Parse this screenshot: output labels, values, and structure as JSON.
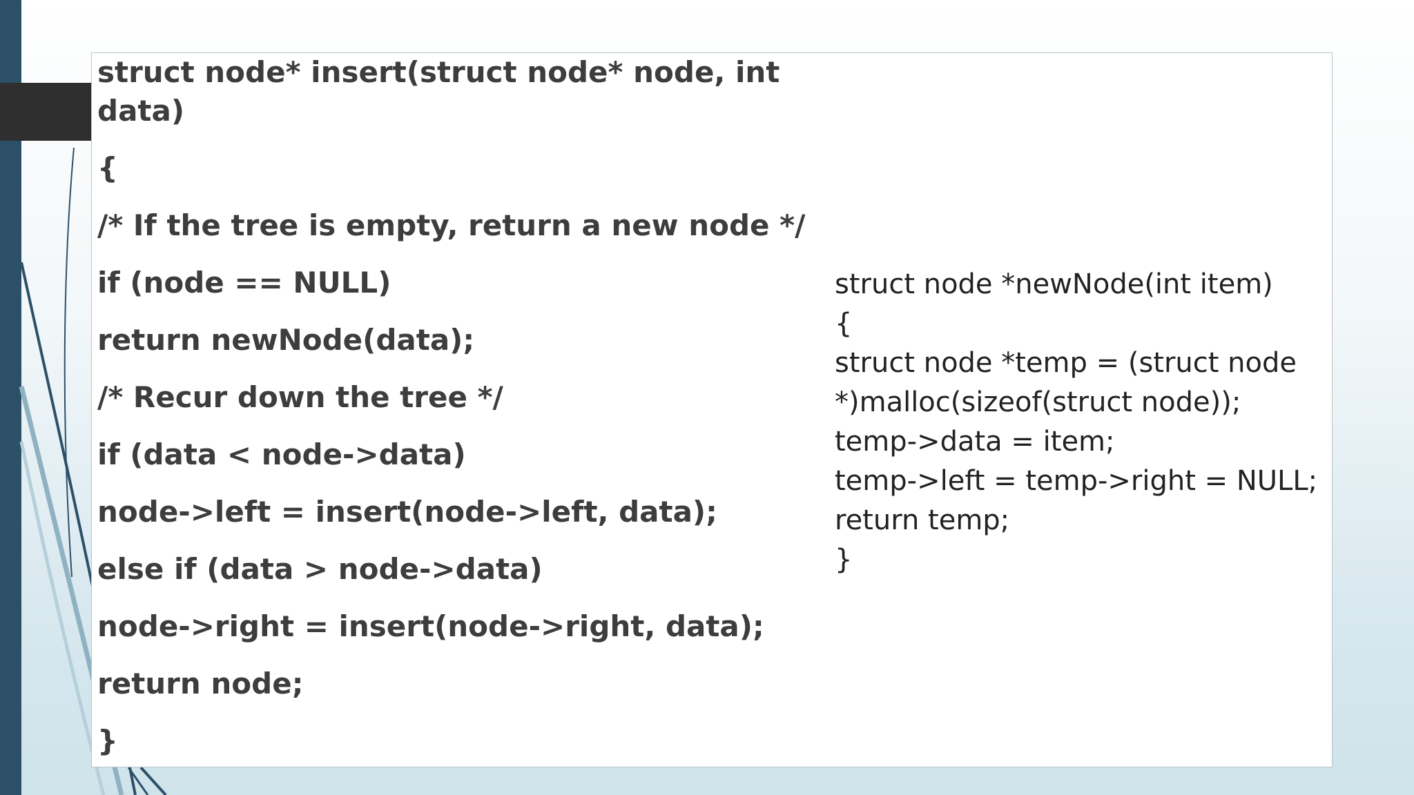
{
  "left_code": [
    "struct node* insert(struct node* node, int",
    "data)",
    "{",
    "/* If the tree is empty, return a new node */",
    "if (node == NULL)",
    "return newNode(data);",
    "/* Recur down the tree */",
    "if (data < node->data)",
    "node->left = insert(node->left, data);",
    "else if (data > node->data)",
    "node->right = insert(node->right, data);",
    "return node;",
    "}"
  ],
  "right_code": [
    "struct node *newNode(int item)",
    "{",
    "struct node *temp = (struct node",
    "*)malloc(sizeof(struct node));",
    "temp->data = item;",
    "temp->left = temp->right = NULL;",
    "return temp;",
    "}"
  ],
  "colors": {
    "left_bar": "#2c5068",
    "dark_tab": "#2f2f2f",
    "left_text": "#3d3d3d",
    "right_text": "#222222"
  }
}
